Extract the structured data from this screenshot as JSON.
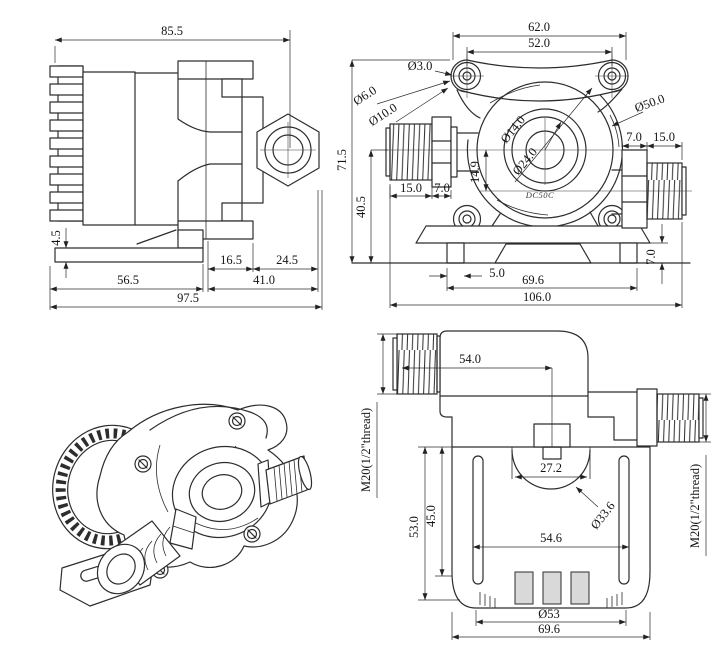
{
  "drawing": {
    "background": "#ffffff",
    "line_color": "#2d2d2d",
    "views": {
      "side": {
        "dims": {
          "width_top": "85.5",
          "bracket_thickness": "4.5",
          "bracket_length": "56.5",
          "step_width": "16.5",
          "port_section": "24.5",
          "head_width": "41.0",
          "total_width": "97.5"
        }
      },
      "front": {
        "dims": {
          "hole_span_outer": "62.0",
          "hole_span": "52.0",
          "screw_hole": "Ø3.0",
          "boss_inner": "Ø6.0",
          "boss_outer": "Ø10.0",
          "inlet_bore": "Ø14.0",
          "chamber": "Ø24.0",
          "volute": "Ø50.0",
          "total_height": "71.5",
          "axis_height": "40.5",
          "inlet_thread_len": "15.0",
          "inlet_hex_len": "7.0",
          "outlet_hex_len": "7.0",
          "outlet_thread_len": "15.0",
          "axis_offset": "14.9",
          "foot_width": "5.0",
          "feet_span": "69.6",
          "total_width": "106.0",
          "foot_height": "7.0",
          "logo": "DC50C"
        }
      },
      "top": {
        "dims": {
          "inlet_to_center": "54.0",
          "arch_width": "27.2",
          "dome_dia": "Ø33.6",
          "height_total": "53.0",
          "plate_height": "45.0",
          "slot_span": "54.6",
          "base_face_dia": "Ø53",
          "plate_width": "69.6",
          "inlet_thread": "M20(1/2\"thread)",
          "outlet_thread": "M20(1/2\"thread)"
        }
      }
    }
  }
}
